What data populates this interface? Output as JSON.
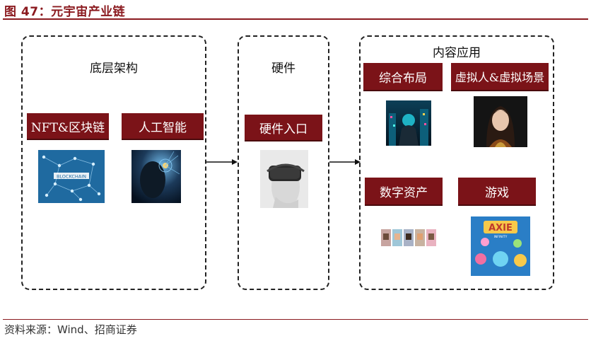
{
  "figure": {
    "title": "图 47：元宇宙产业链",
    "source": "资料来源：Wind、招商证券"
  },
  "panels": {
    "base": {
      "label": "底层架构",
      "tags": [
        "NFT&区块链",
        "人工智能"
      ]
    },
    "hardware": {
      "label": "硬件",
      "tags": [
        "硬件入口"
      ]
    },
    "content": {
      "label": "内容应用",
      "tags": [
        "综合布局",
        "虚拟人&虚拟场景",
        "数字资产",
        "游戏"
      ]
    }
  },
  "images": {
    "blockchain_text": "BLOCKCHAIN",
    "game_logo_text": "AXIE",
    "game_logo_sub": "INFINITY"
  },
  "colors": {
    "accent": "#7b1318",
    "title": "#8b1a1f"
  }
}
